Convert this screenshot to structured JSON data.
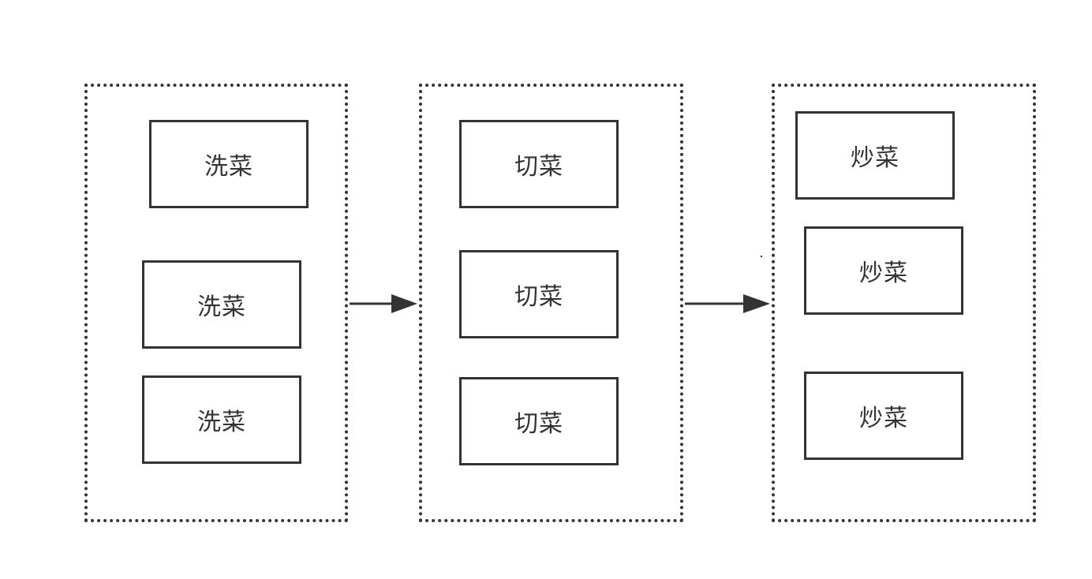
{
  "diagram": {
    "groups": [
      {
        "id": "wash",
        "steps": [
          "洗菜",
          "洗菜",
          "洗菜"
        ]
      },
      {
        "id": "cut",
        "steps": [
          "切菜",
          "切菜",
          "切菜"
        ]
      },
      {
        "id": "fry",
        "steps": [
          "炒菜",
          "炒菜",
          "炒菜"
        ]
      }
    ],
    "edges": [
      {
        "from": "wash",
        "to": "cut"
      },
      {
        "from": "cut",
        "to": "fry"
      }
    ],
    "colors": {
      "stroke": "#333333",
      "background": "#ffffff"
    }
  }
}
